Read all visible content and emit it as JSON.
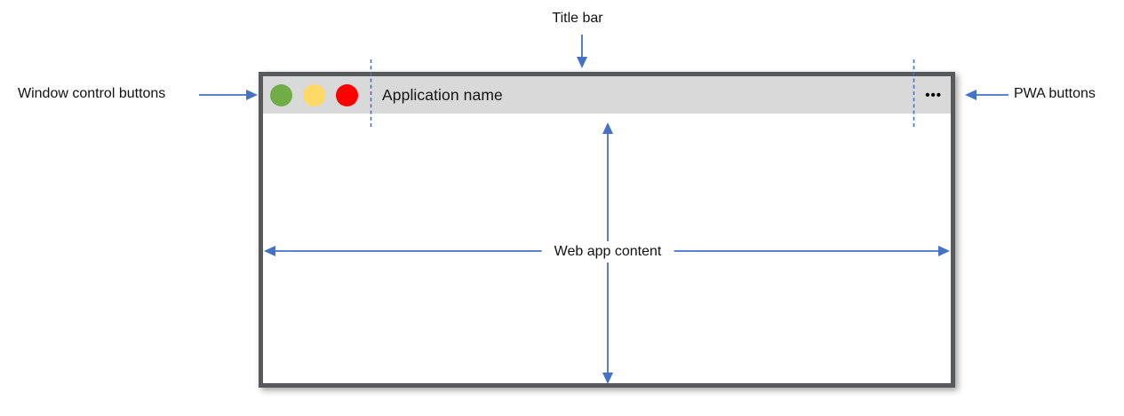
{
  "colors": {
    "accent": "#4472C4",
    "window_border": "#58595B",
    "titlebar_bg": "#D9D9D9",
    "content_bg": "#FFFFFF"
  },
  "annotations": {
    "title_bar_label": "Title bar",
    "window_controls_label": "Window control buttons",
    "pwa_buttons_label": "PWA buttons",
    "web_app_content_label": "Web app content"
  },
  "window": {
    "app_name": "Application name",
    "controls": [
      {
        "name": "green-control",
        "color": "#70AD47"
      },
      {
        "name": "yellow-control",
        "color": "#FFD966"
      },
      {
        "name": "red-control",
        "color": "#FF0000"
      }
    ],
    "pwa_menu_glyph": "•••"
  }
}
